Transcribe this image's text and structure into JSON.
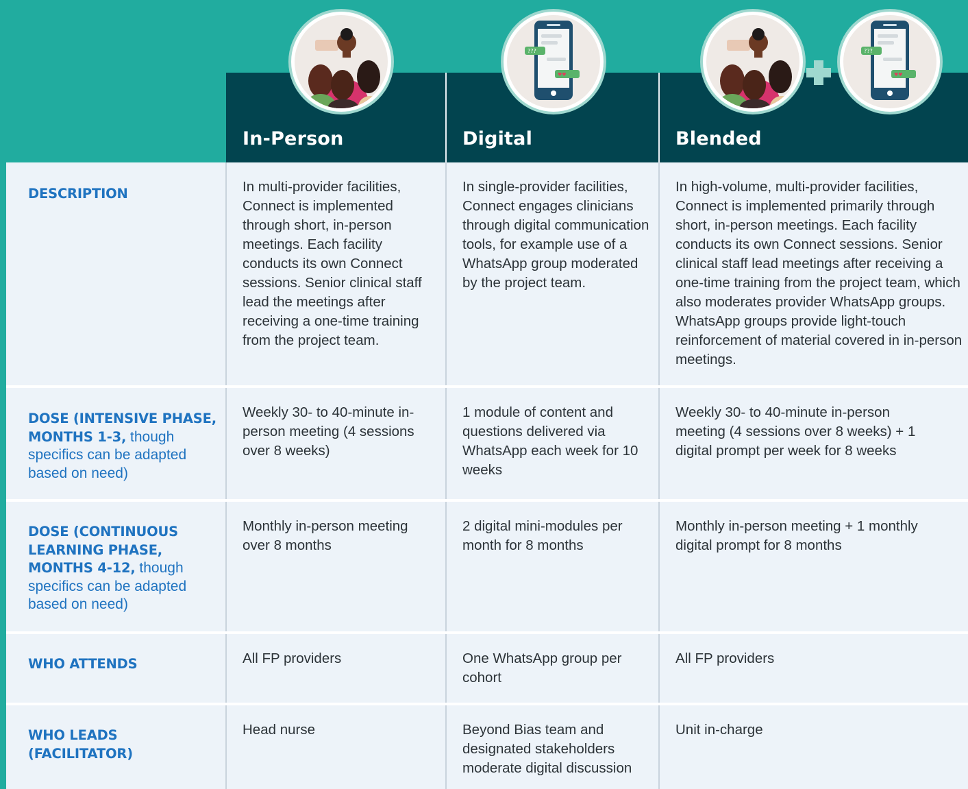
{
  "columns": [
    {
      "title": "In-Person"
    },
    {
      "title": "Digital"
    },
    {
      "title": "Blended"
    }
  ],
  "icons": {
    "in_person": "group-meeting-icon",
    "digital": "smartphone-chat-icon",
    "blended_plus": "plus-icon"
  },
  "rows": {
    "description": {
      "label": "DESCRIPTION",
      "in_person": "In multi-provider facilities, Connect is implemented through short, in-person meetings. Each facility conducts its own Connect sessions. Senior clinical staff lead the meetings after receiving a one-time training from the project team.",
      "digital": "In single-provider facilities, Connect engages clinicians through digital communication tools, for example use of a WhatsApp group moderated by the project team.",
      "blended": "In high-volume, multi-provider facilities, Connect is implemented primarily through short, in-person meetings. Each facility conducts its own Connect sessions. Senior clinical staff lead meetings after receiving a one-time training from the project team, which also moderates provider WhatsApp groups. WhatsApp groups provide light-touch reinforcement of material covered in in-person meetings."
    },
    "dose_intensive": {
      "label_bold": "DOSE (INTENSIVE PHASE, MONTHS 1-3,",
      "label_rest": " though specifics can be adapted based on need)",
      "in_person": "Weekly 30- to 40-minute in-person meeting (4 sessions over 8 weeks)",
      "digital": "1 module of content and questions delivered via WhatsApp each week for 10 weeks",
      "blended": "Weekly 30- to 40-minute in-person meeting (4 sessions over 8 weeks) + 1 digital prompt per week for 8 weeks"
    },
    "dose_continuous": {
      "label_bold": "DOSE (CONTINUOUS LEARNING PHASE, MONTHS 4-12,",
      "label_rest": " though specifics can be adapted based on need)",
      "in_person": "Monthly in-person meeting over 8 months",
      "digital": "2 digital mini-modules per month for 8 months",
      "blended": "Monthly in-person meeting + 1 monthly digital prompt for 8 months"
    },
    "who_attends": {
      "label": "WHO ATTENDS",
      "in_person": "All FP providers",
      "digital": "One WhatsApp group per cohort",
      "blended": "All FP providers"
    },
    "who_leads": {
      "label": "WHO LEADS (FACILITATOR)",
      "in_person": "Head nurse",
      "digital": "Beyond Bias team and designated stakeholders moderate digital discussion",
      "blended": "Unit in-charge"
    }
  },
  "colors": {
    "background_teal": "#21ac9f",
    "header_dark": "#02444f",
    "label_blue": "#1f73c0",
    "table_bg": "#edf3f9"
  }
}
